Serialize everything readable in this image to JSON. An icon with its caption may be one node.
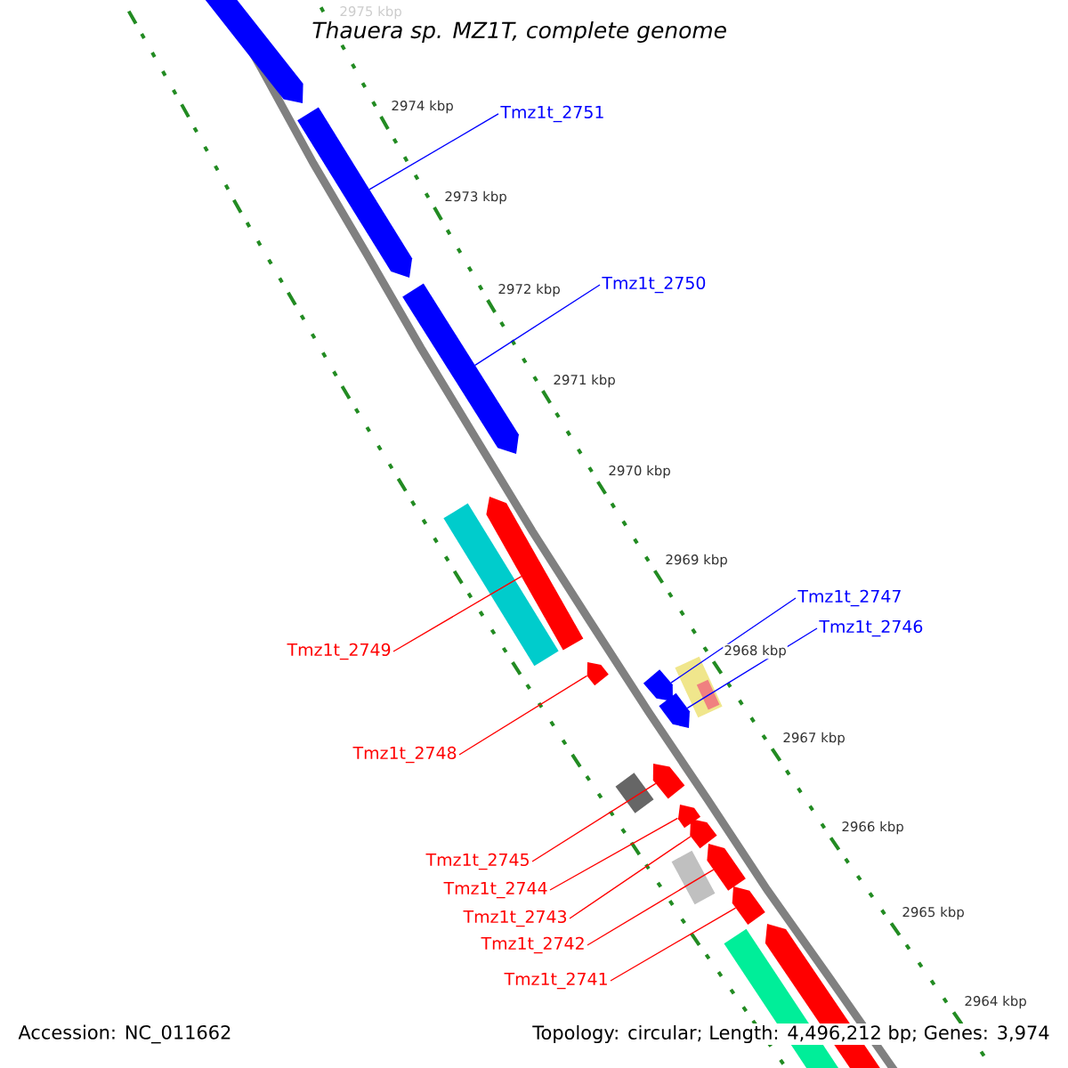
{
  "diagram": {
    "title": "Thauera sp. MZ1T, complete genome",
    "nodes": [
      {
        "text": [
          "Tmz1t_2751"
        ]
      },
      {
        "text": [
          "Tmz1t_2750"
        ]
      },
      {
        "text": [
          "Tmz1t_2749"
        ]
      },
      {
        "text": [
          "Tmz1t_2747"
        ]
      },
      {
        "text": [
          "Tmz1t_2746"
        ]
      },
      {
        "text": [
          "Tmz1t_2748"
        ]
      },
      {
        "text": [
          "Tmz1t_2745"
        ]
      },
      {
        "text": [
          "Tmz1t_2744"
        ]
      },
      {
        "text": [
          "Tmz1t_2743"
        ]
      },
      {
        "text": [
          "Tmz1t_2742"
        ]
      },
      {
        "text": [
          "Tmz1t_2741"
        ]
      },
      {
        "text": [],
        "shape": "arrow"
      },
      {
        "text": [],
        "shape": "arrow"
      },
      {
        "text": [],
        "shape": "arrow"
      },
      {
        "text": [],
        "shape": "arrow"
      },
      {
        "text": [],
        "shape": "bar"
      },
      {
        "text": [],
        "shape": "arrow"
      },
      {
        "text": [],
        "shape": "arrow"
      },
      {
        "text": [],
        "shape": "arrow"
      },
      {
        "text": [],
        "shape": "box"
      },
      {
        "text": [],
        "shape": "box",
        "in": 19
      },
      {
        "text": [],
        "shape": "box"
      },
      {
        "text": [],
        "shape": "arrow"
      },
      {
        "text": [],
        "shape": "arrow"
      },
      {
        "text": [],
        "shape": "arrow"
      },
      {
        "text": [],
        "shape": "arrow"
      },
      {
        "text": [],
        "shape": "box"
      },
      {
        "text": [],
        "shape": "arrow"
      },
      {
        "text": [],
        "shape": "arrow"
      },
      {
        "text": [],
        "shape": "bar"
      }
    ],
    "edges": [
      {
        "from": 0,
        "to": 12,
        "arrow": "none",
        "color": "#0000ff"
      },
      {
        "from": 1,
        "to": 13,
        "arrow": "none",
        "color": "#0000ff"
      },
      {
        "from": 2,
        "to": 14,
        "arrow": "none"
      },
      {
        "from": 3,
        "to": 17,
        "arrow": "none",
        "color": "#0000ff"
      },
      {
        "from": 4,
        "to": 18,
        "arrow": "none",
        "color": "#0000ff"
      },
      {
        "from": 5,
        "to": 16,
        "arrow": "none"
      },
      {
        "from": 6,
        "to": 22,
        "arrow": "none"
      },
      {
        "from": 7,
        "to": 23,
        "arrow": "none"
      },
      {
        "from": 8,
        "to": 24,
        "arrow": "none"
      },
      {
        "from": 9,
        "to": 25,
        "arrow": "none"
      },
      {
        "from": 10,
        "to": 27,
        "arrow": "none"
      }
    ],
    "labels": [
      "2975 kbp",
      "2974 kbp",
      "2973 kbp",
      "2972 kbp",
      "2971 kbp",
      "2970 kbp",
      "2969 kbp",
      "2968 kbp",
      "2967 kbp",
      "2966 kbp",
      "2965 kbp",
      "2964 kbp",
      "Accession: NC_011662",
      "Topology: circular; Length: 4,496,212 bp; Genes: 3,974"
    ]
  }
}
